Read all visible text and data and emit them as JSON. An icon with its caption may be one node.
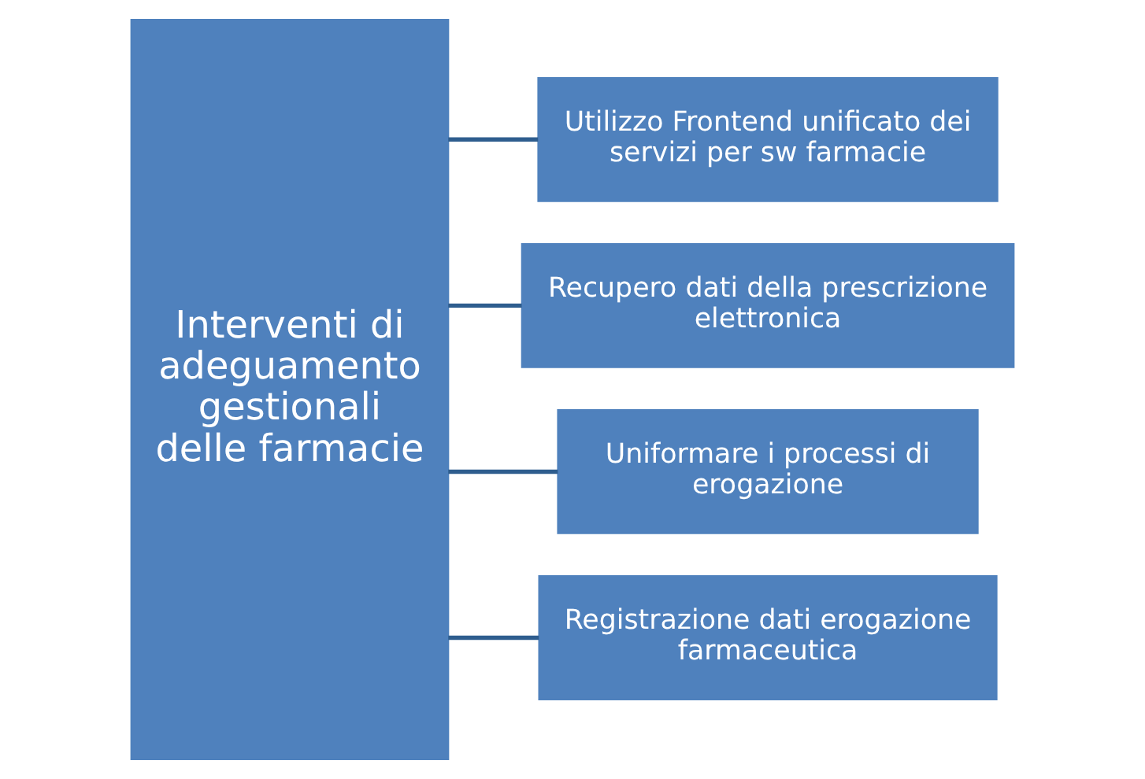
{
  "diagram": {
    "nodes": [
      {
        "text": [
          "Interventi di adeguamento gestionali delle farmacie"
        ]
      },
      {
        "text": [
          "Utilizzo Frontend unificato dei servizi per sw farmacie"
        ]
      },
      {
        "text": [
          "Recupero dati della prescrizione elettronica"
        ]
      },
      {
        "text": [
          "Uniformare i processi di erogazione"
        ]
      },
      {
        "text": [
          "Registrazione dati erogazione farmaceutica"
        ]
      }
    ],
    "edges": [
      {
        "from": 0,
        "to": 1,
        "arrow": "none"
      },
      {
        "from": 0,
        "to": 2,
        "arrow": "none"
      },
      {
        "from": 0,
        "to": 3,
        "arrow": "none"
      },
      {
        "from": 0,
        "to": 4,
        "arrow": "none"
      }
    ]
  }
}
